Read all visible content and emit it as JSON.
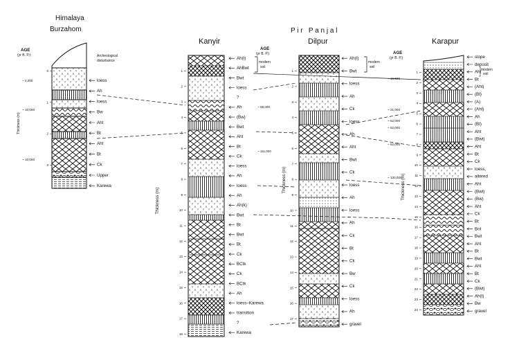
{
  "header": {
    "himalaya": "Himalaya",
    "burzahom": "Burzahom",
    "pir_panjal": "P i r   P a n j a l"
  },
  "common": {
    "age_label": "AGE",
    "age_unit": "(yr B. P.)",
    "thickness_label": "Thickness (m)",
    "modern_soil": [
      "modern",
      "soil"
    ]
  },
  "burzahom": {
    "disturbance": [
      "Archeological",
      "disturbance"
    ],
    "ticks": [
      "0",
      "1",
      "2",
      "3"
    ],
    "ages": [
      "~ 4,000",
      "~ 10,000",
      "~ 10,000"
    ],
    "horizons": [
      "loess",
      "Ah",
      "loess",
      "Bw",
      "Aht",
      "Bt",
      "Aht",
      "Bt",
      "Ck",
      "Upper",
      "Karewa"
    ]
  },
  "kanyir": {
    "name": "Kanyir",
    "ticks": [
      "1",
      "2",
      "3",
      "4",
      "5",
      "6",
      "7",
      "8",
      "9",
      "10",
      "11",
      "12",
      "13",
      "14",
      "15",
      "16",
      "17",
      "18"
    ],
    "horizons": [
      "Ah(t)",
      "AhBwt",
      "Bwt",
      "loess",
      "?",
      "Ah",
      "(Bw)",
      "Bwt",
      "Aht",
      "Bt",
      "Ck",
      "loess",
      "Ah",
      "loess",
      "Ah",
      "Ah(k)",
      "Bwt",
      "Bt",
      "Bwt",
      "Bt",
      "Ck",
      "BCtk",
      "Ck",
      "BCtk",
      "Ah",
      "loess–Karewa",
      "transition",
      "?",
      "Karewa"
    ]
  },
  "dilpur": {
    "name": "Dilpur",
    "ticks": [
      "1",
      "2",
      "3",
      "4",
      "5",
      "6",
      "7",
      "8",
      "9",
      "10",
      "11",
      "12",
      "13",
      "14",
      "15",
      "16",
      "17"
    ],
    "ages": [
      "~ 58,000",
      "~ 111,000"
    ],
    "horizons": [
      "Ah(t)",
      "Bwt",
      "loess",
      "Ah",
      "Ck",
      "loess",
      "Ah",
      "Aht",
      "Bwt",
      "Ck",
      "loess",
      "Ah",
      "loess",
      "Ah",
      "Ck",
      "Bt",
      "Ck",
      "Bw",
      "Ck",
      "loess",
      "Ah",
      "gravel"
    ]
  },
  "karapur": {
    "name": "Karapur",
    "ticks": [
      "1",
      "2",
      "3",
      "4",
      "5",
      "6",
      "7",
      "8",
      "9",
      "10",
      "11",
      "12",
      "13",
      "14",
      "15",
      "16",
      "17",
      "18",
      "19",
      "20",
      "21",
      "22",
      "23",
      "24"
    ],
    "ages": [
      "~ 16,500",
      "~ 31,000",
      "~ 52,000",
      "~ 62,000",
      "~ 62,000",
      "~ 130,000"
    ],
    "horizons": [
      "slope",
      "deposit",
      "Aht",
      "Bt",
      "(Aht)",
      "(Bt)",
      "(A)",
      "(Aht)",
      "Ah",
      "(Bt)",
      "Aht",
      "(Bwt)",
      "Aht",
      "Bt",
      "Ck",
      "loess,",
      "altered",
      "Aht",
      "(Bwt)",
      "(Bw)",
      "Aht",
      "Ck",
      "Bt",
      "Bot",
      "Bwt",
      "Aht",
      "Bt",
      "Bwt",
      "Aht",
      "Bt",
      "Ck",
      "(Bwt)",
      "Ah(t)",
      "Bw",
      "gravel"
    ]
  }
}
